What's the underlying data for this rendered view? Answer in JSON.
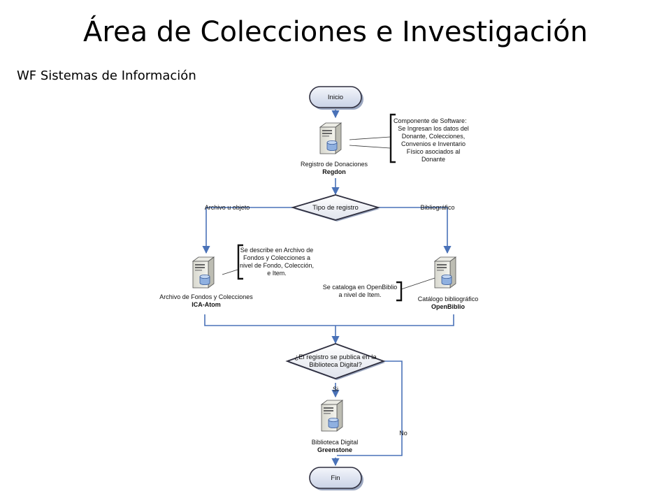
{
  "slide": {
    "title": "Área de Colecciones e Investigación",
    "subtitle": "WF Sistemas de Información"
  },
  "diagram": {
    "start": "Inicio",
    "end": "Fin",
    "regdon": {
      "label": "Registro de Donaciones",
      "name": "Regdon",
      "note": [
        "Componente de Software:",
        "Se Ingresan los datos del",
        "Donante, Colecciones,",
        "Convenios e Inventario",
        "Físico asociados al",
        "Donante"
      ]
    },
    "decision_type": {
      "label": "Tipo de registro",
      "left_branch": "Archivo u objeto",
      "right_branch": "Bibliográfico"
    },
    "icaatom": {
      "label": "Archivo de Fondos y Colecciones",
      "name": "ICA-Atom",
      "note": [
        "Se describe en Archivo de",
        "Fondos y Colecciones a",
        "nivel de Fondo, Colección,",
        "e Item."
      ]
    },
    "openbiblio": {
      "label": "Catálogo bibliográfico",
      "name": "OpenBiblio",
      "note": [
        "Se cataloga en OpenBiblio",
        "a nivel de Item."
      ]
    },
    "decision_publish": {
      "label": [
        "¿El registro se publica en la",
        "Biblioteca Digital?"
      ],
      "yes": "Si",
      "no": "No"
    },
    "greenstone": {
      "label": "Biblioteca Digital",
      "name": "Greenstone"
    },
    "colors": {
      "connector": "#4a72b8",
      "terminator_fill": "#dfe5f0",
      "terminator_stroke": "#2f2f3f",
      "server_body": "#e8e8e0",
      "database": "#8fb0e0"
    }
  }
}
